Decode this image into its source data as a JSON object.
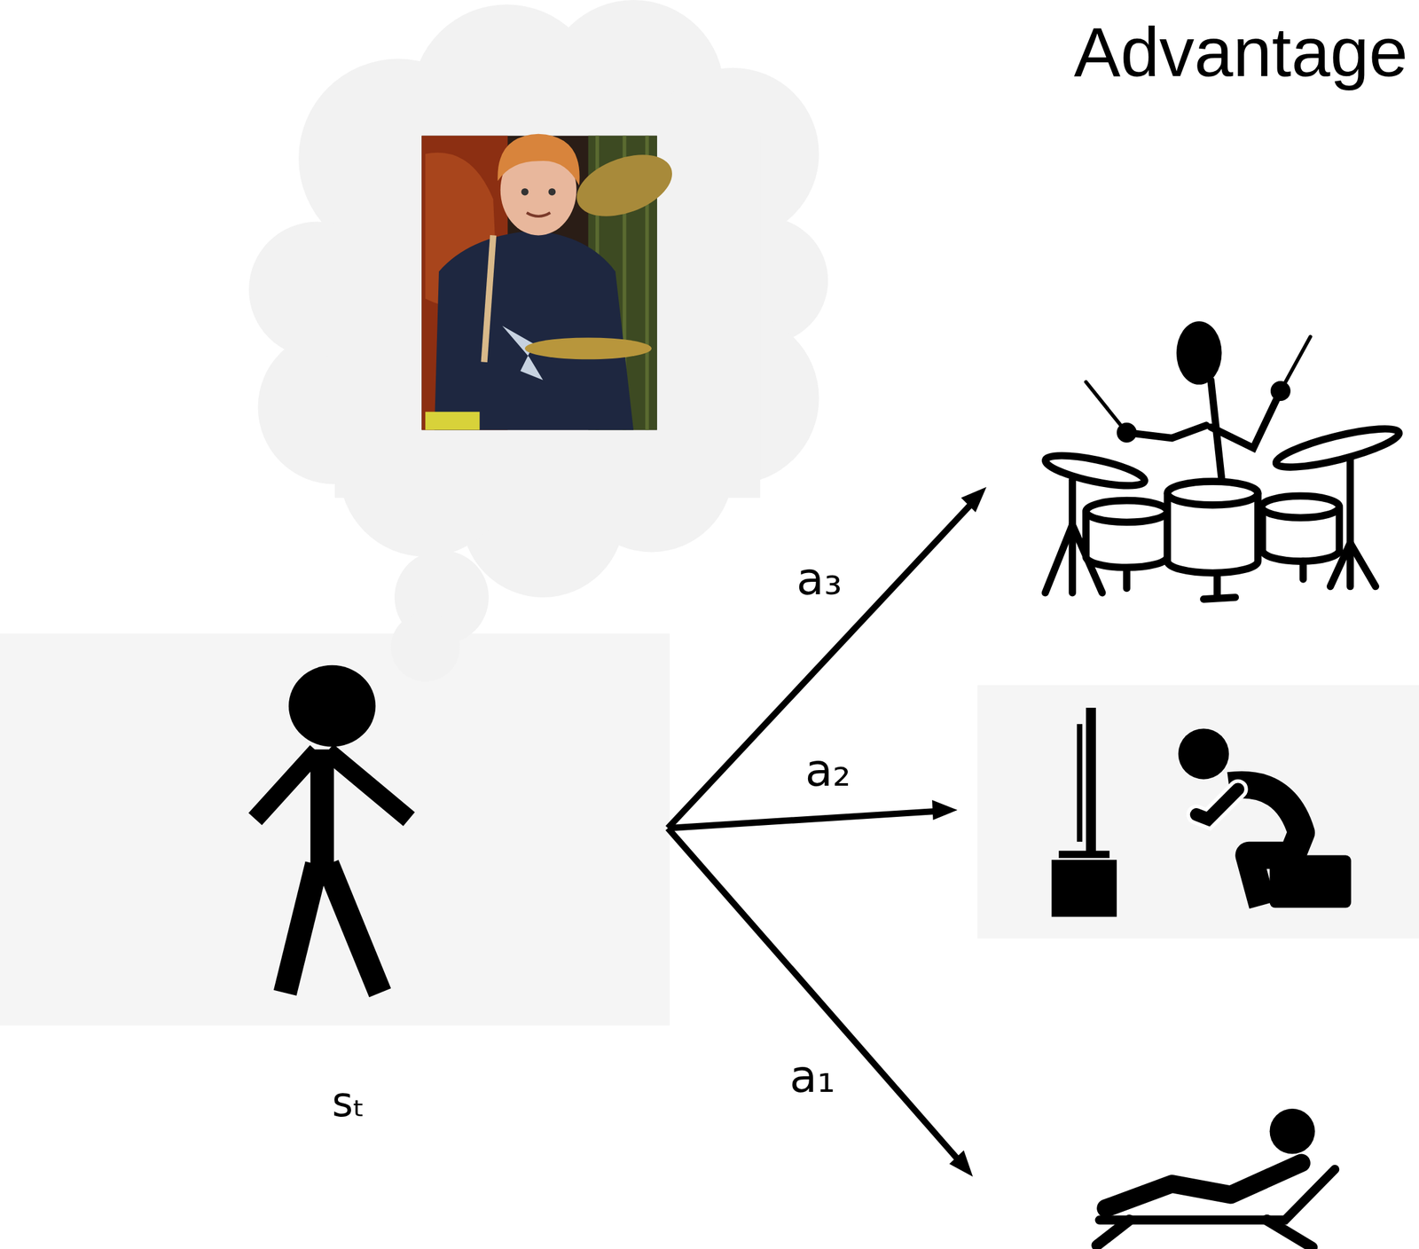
{
  "diagram": {
    "title": "Advantage",
    "nodes": [
      {
        "text": [
          "sₜ"
        ]
      }
    ],
    "labels": [
      "a₃",
      "a₂",
      "a₁"
    ]
  }
}
